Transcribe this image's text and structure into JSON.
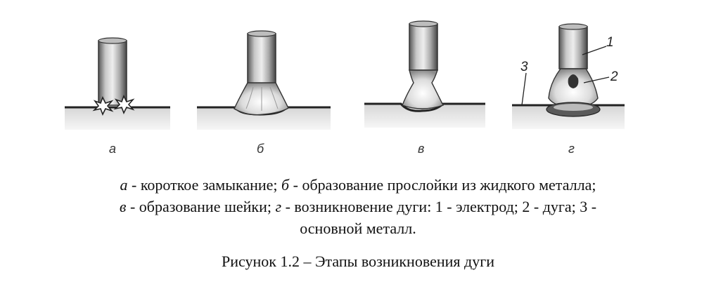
{
  "panels": [
    {
      "id": "a",
      "letter": "а"
    },
    {
      "id": "b",
      "letter": "б"
    },
    {
      "id": "v",
      "letter": "в"
    },
    {
      "id": "g",
      "letter": "г"
    }
  ],
  "labels": {
    "electrode": "1",
    "arc": "2",
    "base_metal": "3"
  },
  "legend": {
    "line1": {
      "l1": "а",
      "t1": " - короткое замыкание; ",
      "l2": "б",
      "t2": " - образование прослойки из жидкого металла;"
    },
    "line2": {
      "l1": "в",
      "t1": " - образование шейки; ",
      "l2": "г",
      "t2": " - возникновение дуги: 1 - электрод; 2 - дуга; 3 -"
    },
    "line3": "основной металл."
  },
  "figure_caption": "Рисунок 1.2 – Этапы возникновения дуги"
}
